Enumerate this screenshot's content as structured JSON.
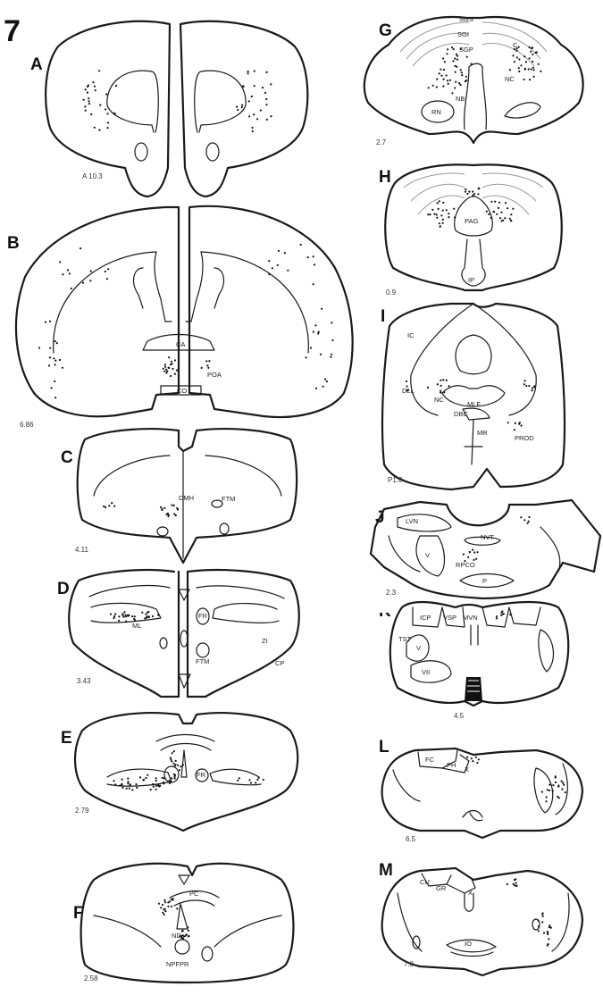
{
  "figure_number": "7",
  "panels": [
    {
      "letter": "A",
      "coord": "A 10.3",
      "labels": []
    },
    {
      "letter": "B",
      "coord": "6.86",
      "labels": [
        "CA",
        "POA",
        "CO"
      ]
    },
    {
      "letter": "C",
      "coord": "4.11",
      "labels": [
        "DMH",
        "FTM"
      ]
    },
    {
      "letter": "D",
      "coord": "3.43",
      "labels": [
        "ML",
        "FR",
        "ZI",
        "FTM",
        "CP"
      ]
    },
    {
      "letter": "E",
      "coord": "2.79",
      "labels": [
        "FR"
      ]
    },
    {
      "letter": "F",
      "coord": "2.58",
      "labels": [
        "PC",
        "ND",
        "NPFPR"
      ]
    },
    {
      "letter": "G",
      "coord": "2.7",
      "labels": [
        "SGS",
        "SGI",
        "SGP",
        "C",
        "NC",
        "NB",
        "RN"
      ]
    },
    {
      "letter": "H",
      "coord": "0.9",
      "labels": [
        "PAG",
        "IP"
      ]
    },
    {
      "letter": "I",
      "coord": "P1.0",
      "labels": [
        "IC",
        "DLL",
        "NC",
        "MLF",
        "DBC",
        "MR",
        "PROD"
      ]
    },
    {
      "letter": "J",
      "coord": "2.3",
      "labels": [
        "LVN",
        "NVT",
        "V",
        "RPCO",
        "P"
      ]
    },
    {
      "letter": "K",
      "coord": "4.5",
      "labels": [
        "ICP",
        "VSP",
        "MVN",
        "TST",
        "V",
        "VII"
      ]
    },
    {
      "letter": "L",
      "coord": "6.5",
      "labels": [
        "FC",
        "PH",
        "X"
      ]
    },
    {
      "letter": "M",
      "coord": "7.0",
      "labels": [
        "CU",
        "GR",
        "X",
        "IO"
      ]
    }
  ]
}
